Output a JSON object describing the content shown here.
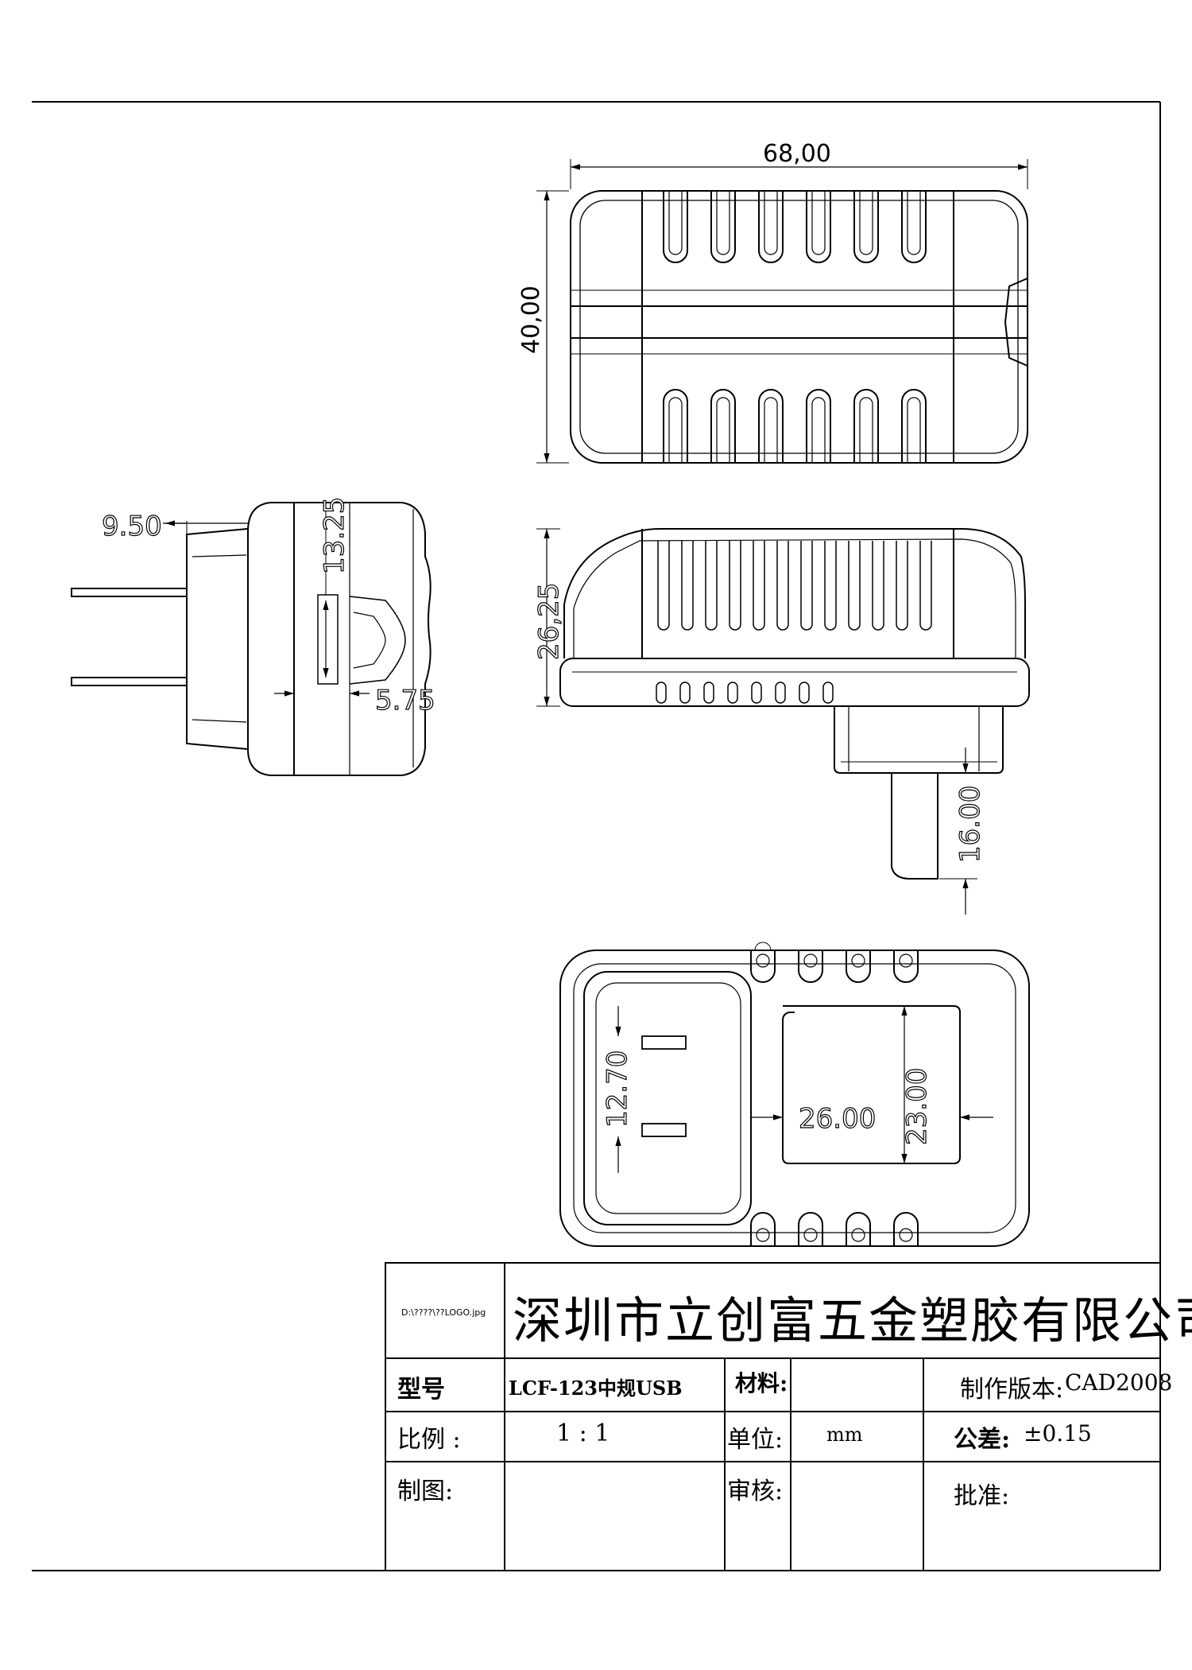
{
  "drawing": {
    "top_view": {
      "width_dim": "68,00",
      "height_dim": "40,00"
    },
    "side_view": {
      "height_dim": "26,25",
      "prong_dim": "16.00"
    },
    "left_view": {
      "dim_a": "9.50",
      "dim_b": "13.25",
      "dim_c": "5.75"
    },
    "bottom_view": {
      "dim_a": "12.70",
      "dim_b": "26.00",
      "dim_c": "23.00"
    }
  },
  "title_block": {
    "logo_placeholder": "D:\\????\\??LOGO.jpg",
    "company": "深圳市立创富五金塑胶有限公司",
    "model_label": "型号",
    "model_value": "LCF-123中规USB",
    "material_label": "材料:",
    "material_value": "",
    "version_label": "制作版本:",
    "version_value": "CAD2008",
    "scale_label": "比例 :",
    "scale_value": "1 : 1",
    "unit_label": "单位:",
    "unit_value": "mm",
    "tolerance_label": "公差:",
    "tolerance_value": "±0.15",
    "drawn_label": "制图:",
    "review_label": "审核:",
    "approve_label": "批准:"
  }
}
